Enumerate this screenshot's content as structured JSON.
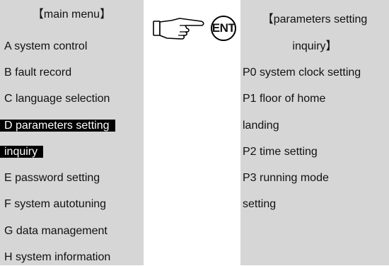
{
  "main_menu": {
    "title": "【main menu】",
    "items": [
      "A system control",
      "B fault record",
      "C language selection",
      "D parameters setting",
      "inquiry",
      "E password setting",
      "F system autotuning",
      "G data management",
      "H system information"
    ],
    "selected_lines": [
      3,
      4
    ]
  },
  "key": {
    "label": "ENT",
    "icon": "pointing-hand-icon"
  },
  "submenu": {
    "title_line1": "【parameters setting",
    "title_line2": "inquiry】",
    "lines": [
      "P0 system clock setting",
      "P1 floor of home",
      "landing",
      "P2 time setting",
      "P3 running mode",
      "setting"
    ]
  },
  "colors": {
    "panel_bg": "#d6d6d6",
    "highlight_bg": "#000000",
    "highlight_fg": "#ffffff"
  }
}
